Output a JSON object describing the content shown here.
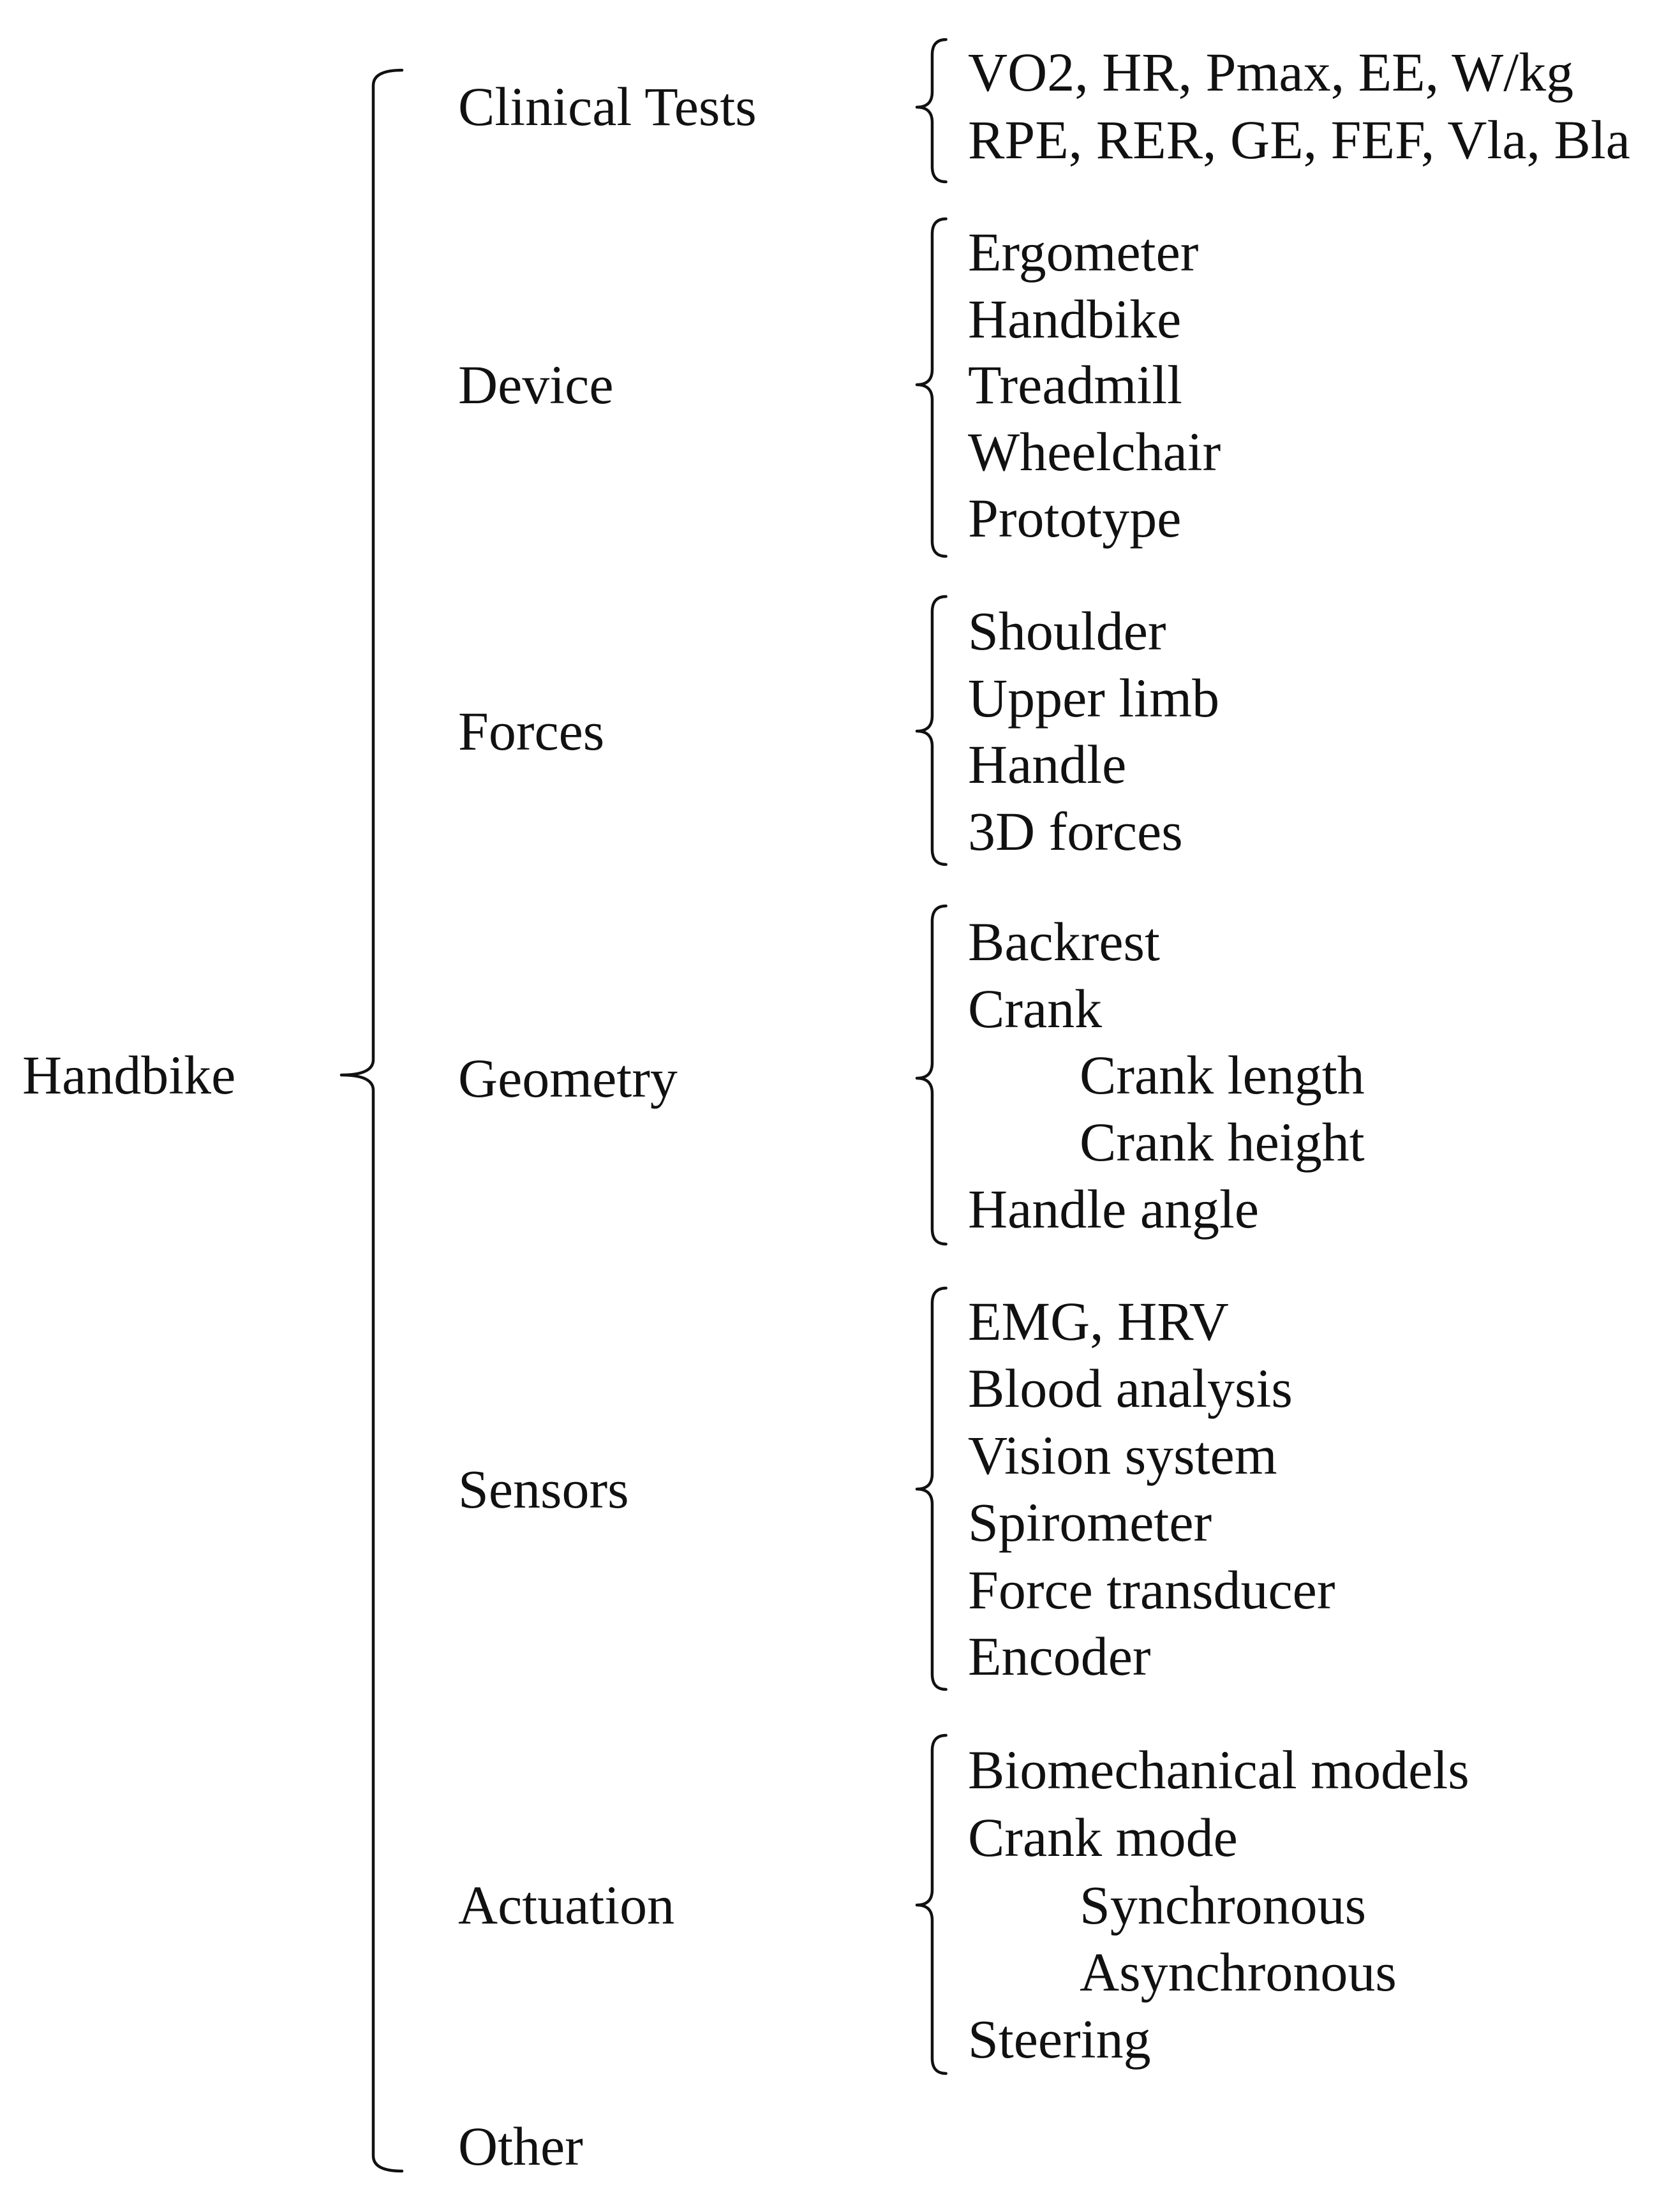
{
  "root": {
    "label": "Handbike"
  },
  "categories": [
    {
      "label": "Clinical Tests",
      "items": [
        "VO2, HR, Pmax, EE, W/kg",
        "RPE, RER, GE, FEF, Vla, Bla"
      ]
    },
    {
      "label": "Device",
      "items": [
        "Ergometer",
        "Handbike",
        "Treadmill",
        "Wheelchair",
        "Prototype"
      ]
    },
    {
      "label": "Forces",
      "items": [
        "Shoulder",
        "Upper limb",
        "Handle",
        "3D forces"
      ]
    },
    {
      "label": "Geometry",
      "items": [
        "Backrest",
        "Crank",
        "Crank length",
        "Crank height",
        "Handle angle"
      ]
    },
    {
      "label": "Sensors",
      "items": [
        "EMG, HRV",
        "Blood analysis",
        "Vision system",
        "Spirometer",
        "Force transducer",
        "Encoder"
      ]
    },
    {
      "label": "Actuation",
      "items": [
        "Biomechanical models",
        "Crank mode",
        "Synchronous",
        "Asynchronous",
        "Steering"
      ]
    },
    {
      "label": "Other",
      "items": []
    }
  ]
}
